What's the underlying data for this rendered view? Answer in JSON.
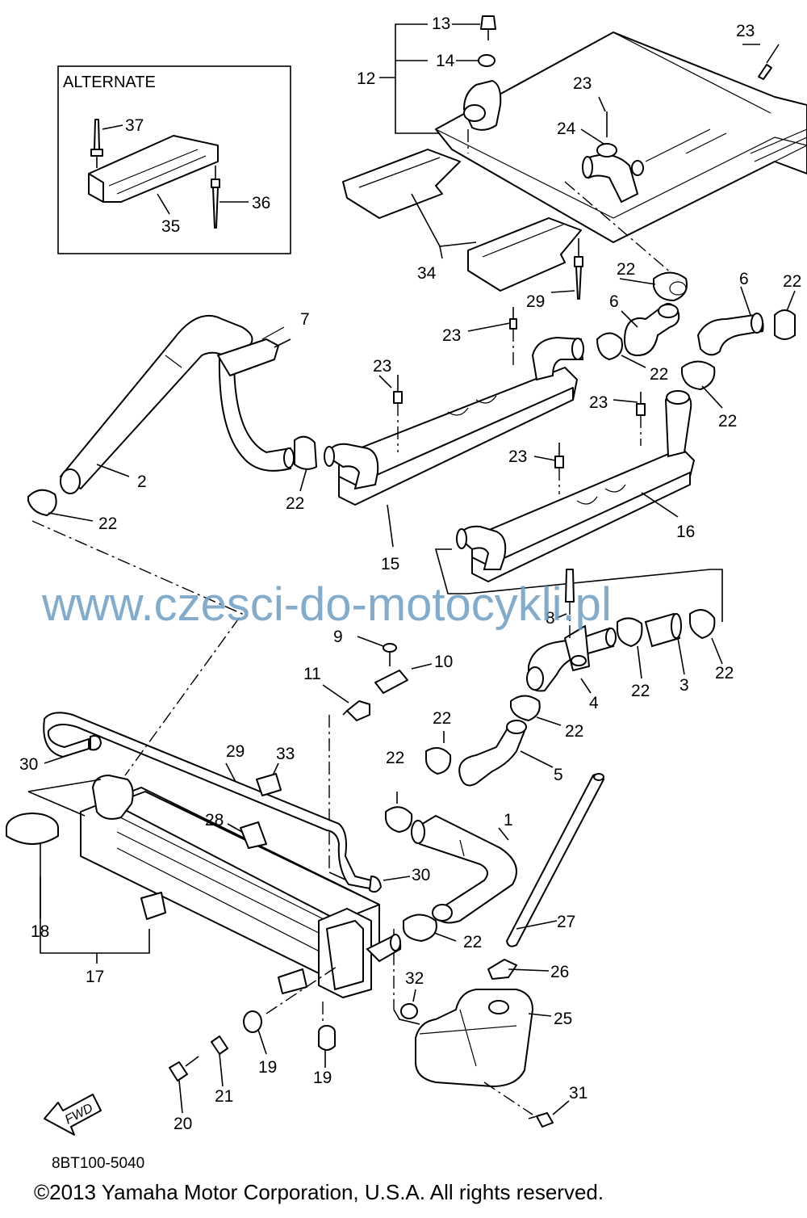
{
  "diagram": {
    "alternate_label": "ALTERNATE",
    "fwd_label": "FWD",
    "drawing_code": "8BT100-5040",
    "watermark": "www.czesci-do-motocykli.pl",
    "copyright": "©2013 Yamaha Motor Corporation, U.S.A. All rights reserved.",
    "callouts": {
      "c13": "13",
      "c14": "14",
      "c12": "12",
      "c23a": "23",
      "c23b": "23",
      "c24": "24",
      "c37": "37",
      "c36": "36",
      "c35": "35",
      "c34": "34",
      "c29a": "29",
      "c22a": "22",
      "c6a": "6",
      "c6b": "6",
      "c22b": "22",
      "c7": "7",
      "c23c": "23",
      "c23d": "23",
      "c22c": "22",
      "c22d": "22",
      "c23e": "23",
      "c2": "2",
      "c22e": "22",
      "c22f": "22",
      "c23f": "23",
      "c16": "16",
      "c15": "15",
      "c8": "8",
      "c9": "9",
      "c10": "10",
      "c11": "11",
      "c22g": "22",
      "c3": "3",
      "c22h": "22",
      "c4": "4",
      "c22i": "22",
      "c22j": "22",
      "c5": "5",
      "c30a": "30",
      "c29b": "29",
      "c33": "33",
      "c22k": "22",
      "c1": "1",
      "c28": "28",
      "c18": "18",
      "c30b": "30",
      "c27": "27",
      "c22l": "22",
      "c17": "17",
      "c26": "26",
      "c32": "32",
      "c25": "25",
      "c19a": "19",
      "c19b": "19",
      "c21": "21",
      "c20": "20",
      "c31": "31"
    }
  }
}
